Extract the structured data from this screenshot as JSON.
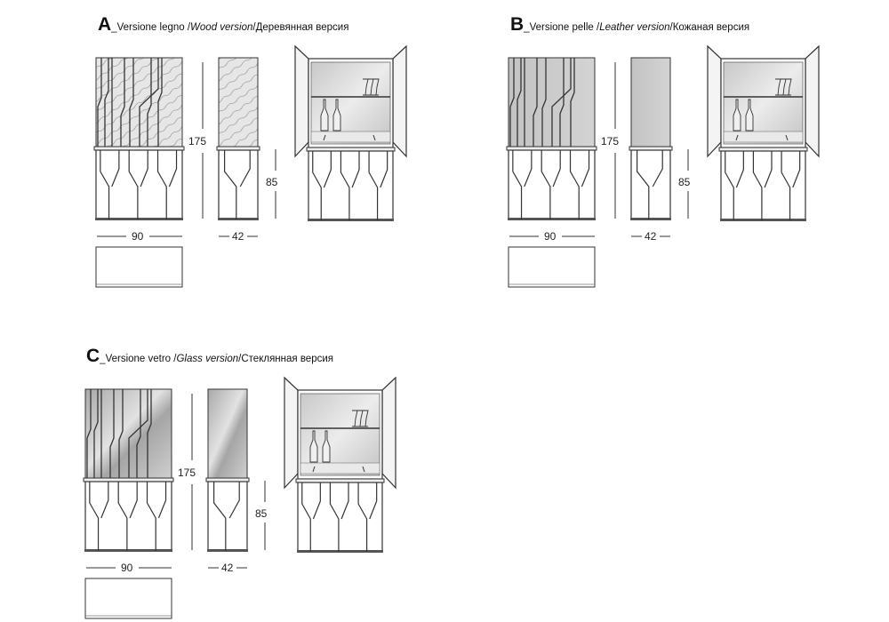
{
  "sections": [
    {
      "letter": "A",
      "prefix": "_Versione legno / ",
      "en": "Wood version",
      "sep": " / ",
      "ru": "Деревянная версия",
      "material": "wood",
      "dims": {
        "height": "175",
        "base_height": "85",
        "width": "90",
        "depth": "42"
      }
    },
    {
      "letter": "B",
      "prefix": "_Versione pelle / ",
      "en": "Leather version",
      "sep": " / ",
      "ru": "Кожаная версия",
      "material": "leather",
      "dims": {
        "height": "175",
        "base_height": "85",
        "width": "90",
        "depth": "42"
      }
    },
    {
      "letter": "C",
      "prefix": "_Versione vetro / ",
      "en": "Glass version",
      "sep": " / ",
      "ru": "Стеклянная версия",
      "material": "glass",
      "dims": {
        "height": "175",
        "base_height": "85",
        "width": "90",
        "depth": "42"
      }
    }
  ],
  "colors": {
    "line": "#333333",
    "wood": "#e4e4e4",
    "leather": "#c9c9c9",
    "glass": "#bdbdbd",
    "interior": "#d6d6d6"
  }
}
